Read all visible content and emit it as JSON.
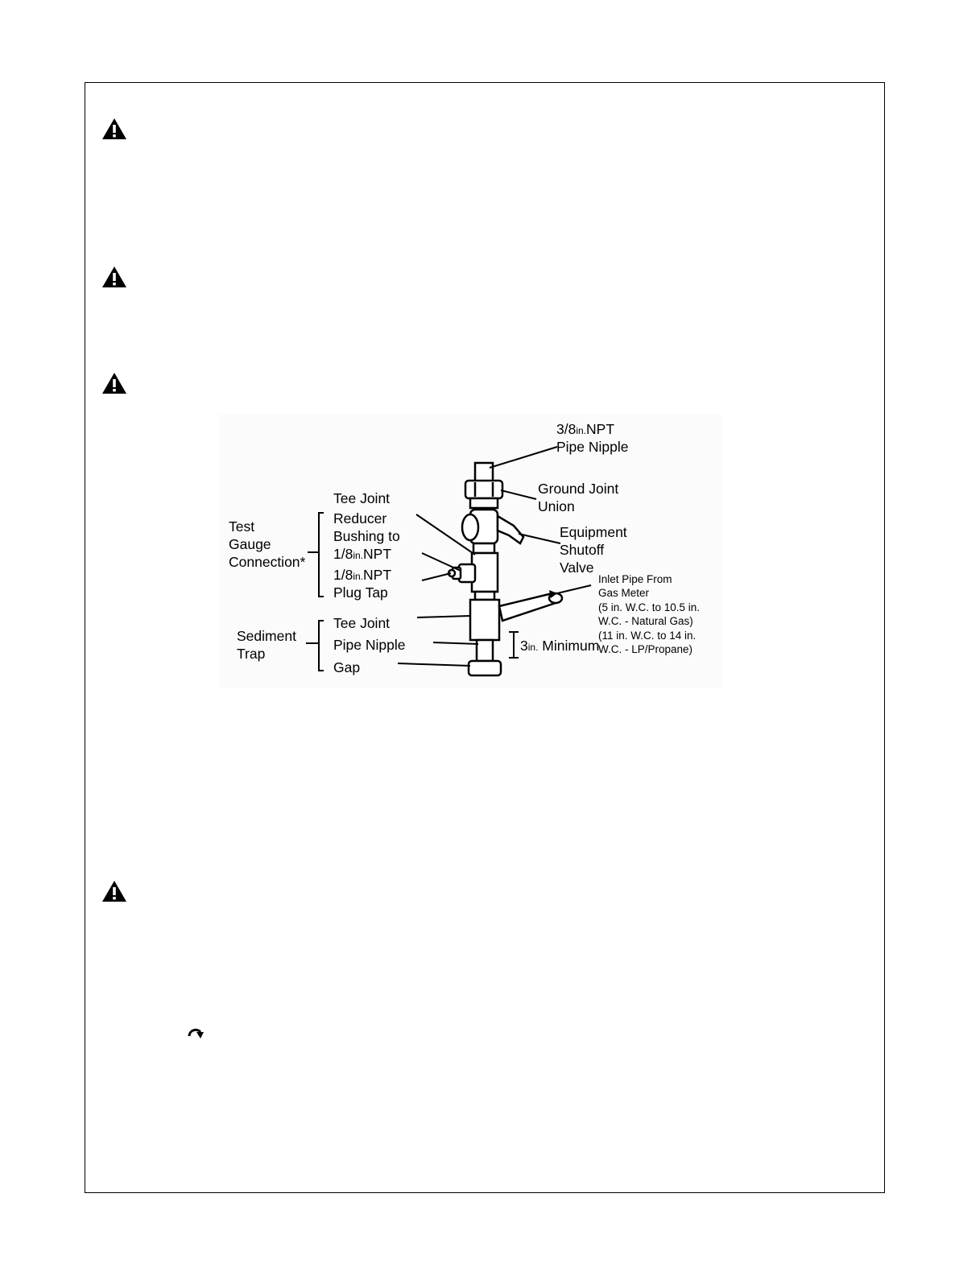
{
  "figure": {
    "labels": {
      "pipe_nipple_38_size": "3/8",
      "pipe_nipple_38_unit": "in.",
      "pipe_nipple_38_npt": "NPT",
      "pipe_nipple_38_name": "Pipe Nipple",
      "ground_joint": "Ground Joint",
      "union": "Union",
      "equipment": "Equipment",
      "shutoff": "Shutoff",
      "valve": "Valve",
      "tee_joint_top": "Tee Joint",
      "reducer": "Reducer",
      "bushing_to": "Bushing to",
      "npt18_a_size": "1/8",
      "npt18_a_unit": "in.",
      "npt18_a_npt": "NPT",
      "npt18_b_size": "1/8",
      "npt18_b_unit": "in.",
      "npt18_b_npt": "NPT",
      "plug_tap": "Plug Tap",
      "test": "Test",
      "gauge": "Gauge",
      "connection": "Connection*",
      "sediment": "Sediment",
      "trap": "Trap",
      "tee_joint_bottom": "Tee Joint",
      "pipe_nipple": "Pipe Nipple",
      "gap": "Gap",
      "min_value": "3",
      "min_unit": "in.",
      "min_text": "Minimum",
      "inlet_1": "Inlet Pipe From",
      "inlet_2": "Gas Meter",
      "inlet_3": "(5 in. W.C. to 10.5 in.",
      "inlet_4": "W.C. - Natural Gas)",
      "inlet_5": "(11 in. W.C. to 14 in.",
      "inlet_6": "W.C. - LP/Propane)"
    }
  },
  "icons": {
    "warning": "warning-triangle-icon",
    "turn": "curved-arrow-icon"
  }
}
